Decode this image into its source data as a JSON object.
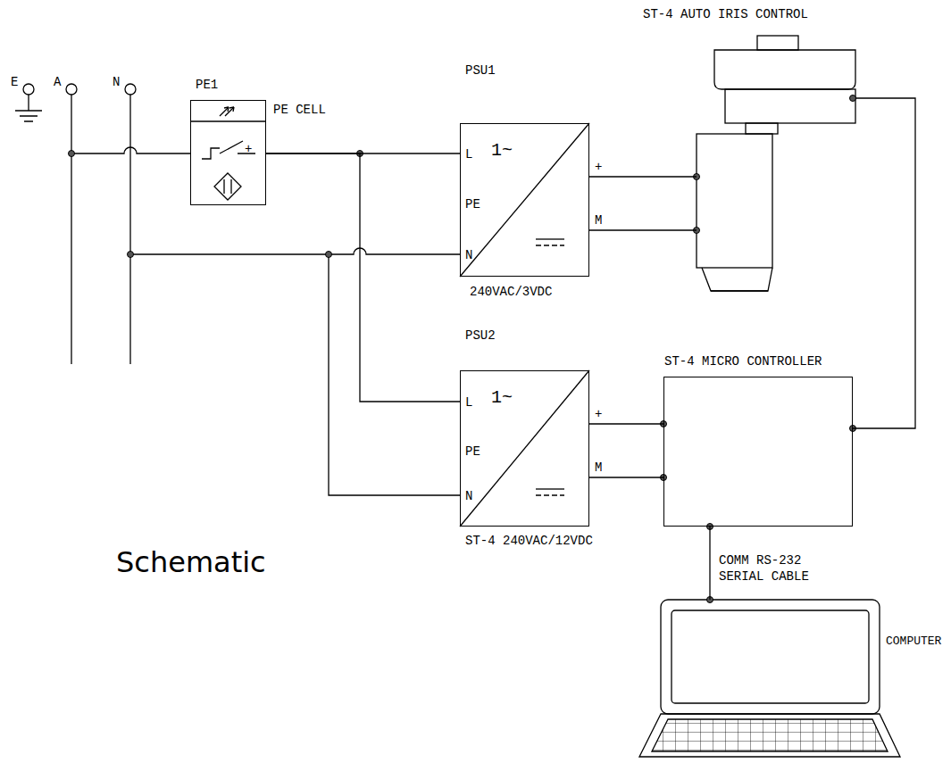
{
  "diagram": {
    "nodes": [
      {
        "text": [
          "PE1",
          "PE CELL",
          "+"
        ]
      },
      {
        "text": [
          "PSU1",
          "L",
          "PE",
          "N",
          "1~",
          "+",
          "M",
          "240VAC/3VDC"
        ]
      },
      {
        "text": [
          "ST-4 AUTO IRIS CONTROL"
        ]
      },
      {
        "text": [
          "PSU2",
          "L",
          "PE",
          "N",
          "1~",
          "+",
          "M",
          "ST-4 240VAC/12VDC"
        ]
      },
      {
        "text": [
          "ST-4 MICRO CONTROLLER"
        ]
      },
      {
        "text": [
          "COMPUTER"
        ]
      }
    ],
    "edges": [
      {
        "from": 0,
        "to": 1,
        "arrow": "none"
      },
      {
        "from": 0,
        "to": 3,
        "arrow": "none"
      },
      {
        "from": 1,
        "to": 2,
        "arrow": "none"
      },
      {
        "from": 1,
        "to": 2,
        "arrow": "none"
      },
      {
        "from": 3,
        "to": 4,
        "arrow": "none"
      },
      {
        "from": 3,
        "to": 4,
        "arrow": "none"
      },
      {
        "from": 4,
        "to": 2,
        "arrow": "none"
      },
      {
        "from": 4,
        "to": 5,
        "label": "COMM RS-232 SERIAL CABLE",
        "arrow": "none"
      }
    ],
    "labels": [
      "E",
      "A",
      "N",
      "Schematic"
    ]
  }
}
